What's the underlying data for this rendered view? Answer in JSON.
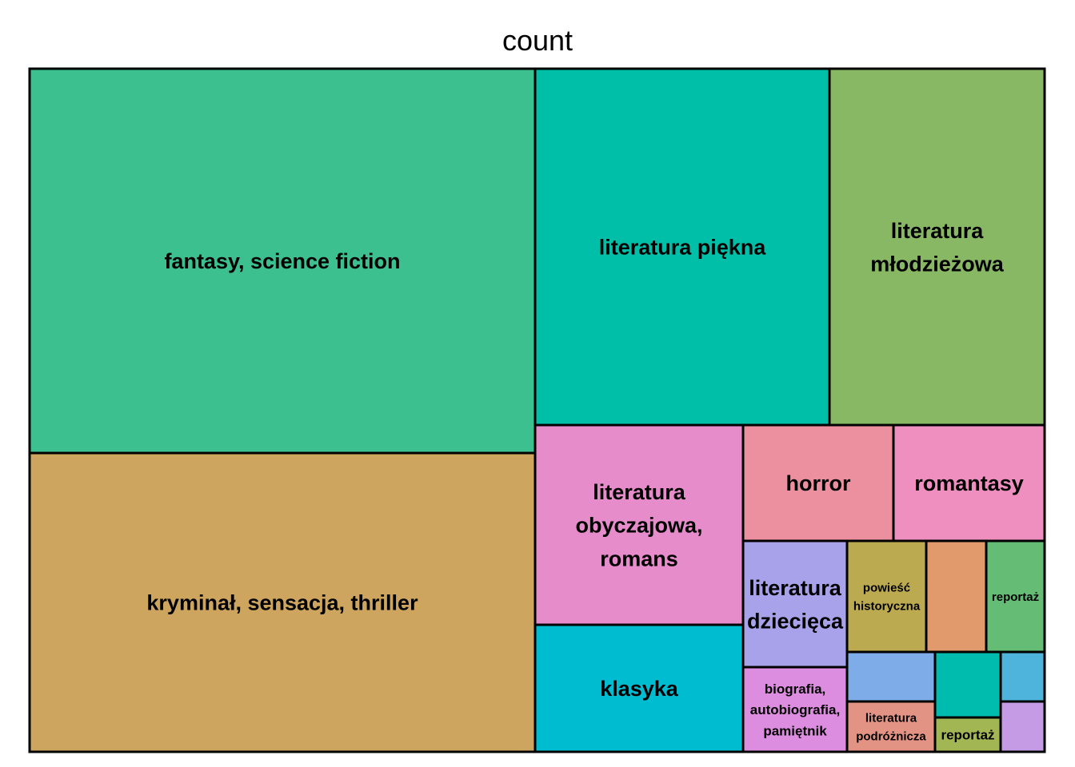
{
  "chart_data": {
    "type": "treemap",
    "title": "count",
    "tiles": [
      {
        "label": "fantasy, science fiction",
        "color": "#3cc08f"
      },
      {
        "label": "kryminał, sensacja, thriller",
        "color": "#cda55e"
      },
      {
        "label": "literatura piękna",
        "color": "#00bfa8"
      },
      {
        "label": "literatura młodzieżowa",
        "color": "#88b864"
      },
      {
        "label": "literatura obyczajowa, romans",
        "color": "#e68ccb"
      },
      {
        "label": "klasyka",
        "color": "#00bcd0"
      },
      {
        "label": "horror",
        "color": "#ec909f"
      },
      {
        "label": "romantasy",
        "color": "#ef8fbf"
      },
      {
        "label": "literatura dziecięca",
        "color": "#a8a2ea"
      },
      {
        "label": "biografia, autobiografia, pamiętnik",
        "color": "#dc8ddf"
      },
      {
        "label": "powieść historyczna",
        "color": "#bcaa50"
      },
      {
        "label": "",
        "color": "#e09a6c"
      },
      {
        "label": "reportaż",
        "color": "#65bc75"
      },
      {
        "label": "",
        "color": "#7dace8"
      },
      {
        "label": "literatura podróżnicza",
        "color": "#e39383"
      },
      {
        "label": "",
        "color": "#00bcae"
      },
      {
        "label": "reportaż",
        "color": "#a3b654"
      },
      {
        "label": "",
        "color": "#4fb4dc"
      },
      {
        "label": "",
        "color": "#c59be6"
      }
    ]
  }
}
